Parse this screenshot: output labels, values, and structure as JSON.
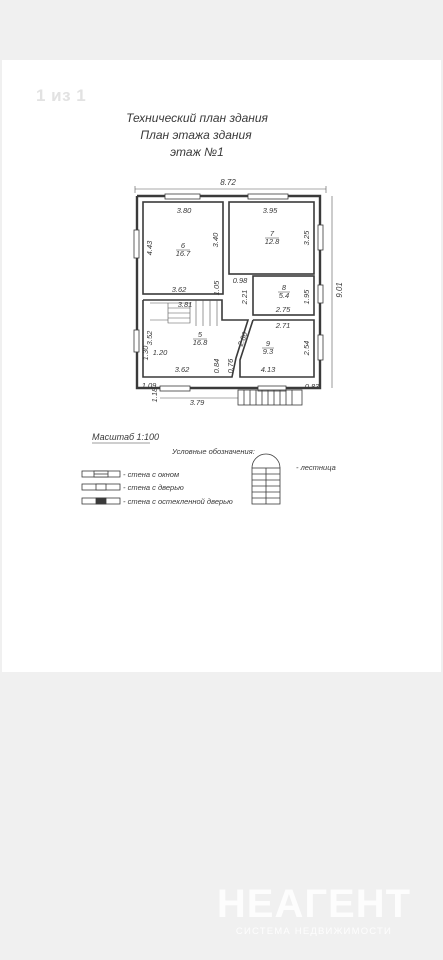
{
  "viewer": {
    "page_counter": "1 из 1"
  },
  "plan": {
    "title_1": "Технический план здания",
    "title_2": "План этажа здания",
    "title_3": "этаж №1",
    "dim_total_width": "8.72",
    "dim_total_height": "9.01",
    "rooms": [
      {
        "number": "6",
        "area": "16.7"
      },
      {
        "number": "7",
        "area": "12.8"
      },
      {
        "number": "8",
        "area": "5.4"
      },
      {
        "number": "5",
        "area": "16.8"
      },
      {
        "number": "9",
        "area": "9.3"
      }
    ],
    "dims": {
      "r6_width": "3.80",
      "r6_height_left": "4.43",
      "r6_height_right": "3.40",
      "r6_bottom": "3.62",
      "r7_width": "3.95",
      "r7_height": "3.25",
      "r7_gap": "2.21",
      "corr_1": "1.05",
      "corr_2": "0.98",
      "r8_height": "1.95",
      "r8_bottom": "2.75",
      "r5_top": "3.81",
      "r5_side_1": "3.52",
      "r5_side_2": "1.20",
      "r5_side_3": "1.30",
      "r5_diag": "2.80",
      "r5_bottom": "3.62",
      "r5_inner_1": "0.84",
      "r5_inner_2": "0.76",
      "r9_top": "2.71",
      "r9_height": "2.54",
      "r9_bottom": "4.13",
      "ext_1": "1.09",
      "ext_2": "1.18",
      "ext_bottom": "3.79",
      "ext_right": "0.83"
    },
    "scale_label": "Масштаб 1:100",
    "legend_title": "Условные обозначения:",
    "legend": {
      "window_wall": "- стена с окном",
      "door_wall": "- стена с дверью",
      "glazed_door_wall": "- стена с остекленной дверью",
      "stairs": "- лестница"
    }
  },
  "watermark": {
    "brand_name": "НЕАГЕНТ",
    "brand_tagline": "СИСТЕМА НЕДВИЖИМОСТИ"
  },
  "colors": {
    "page_background": "#f0f0f0",
    "sheet": "#ffffff",
    "line": "#3a3a3a",
    "watermark": "#ffffff"
  }
}
